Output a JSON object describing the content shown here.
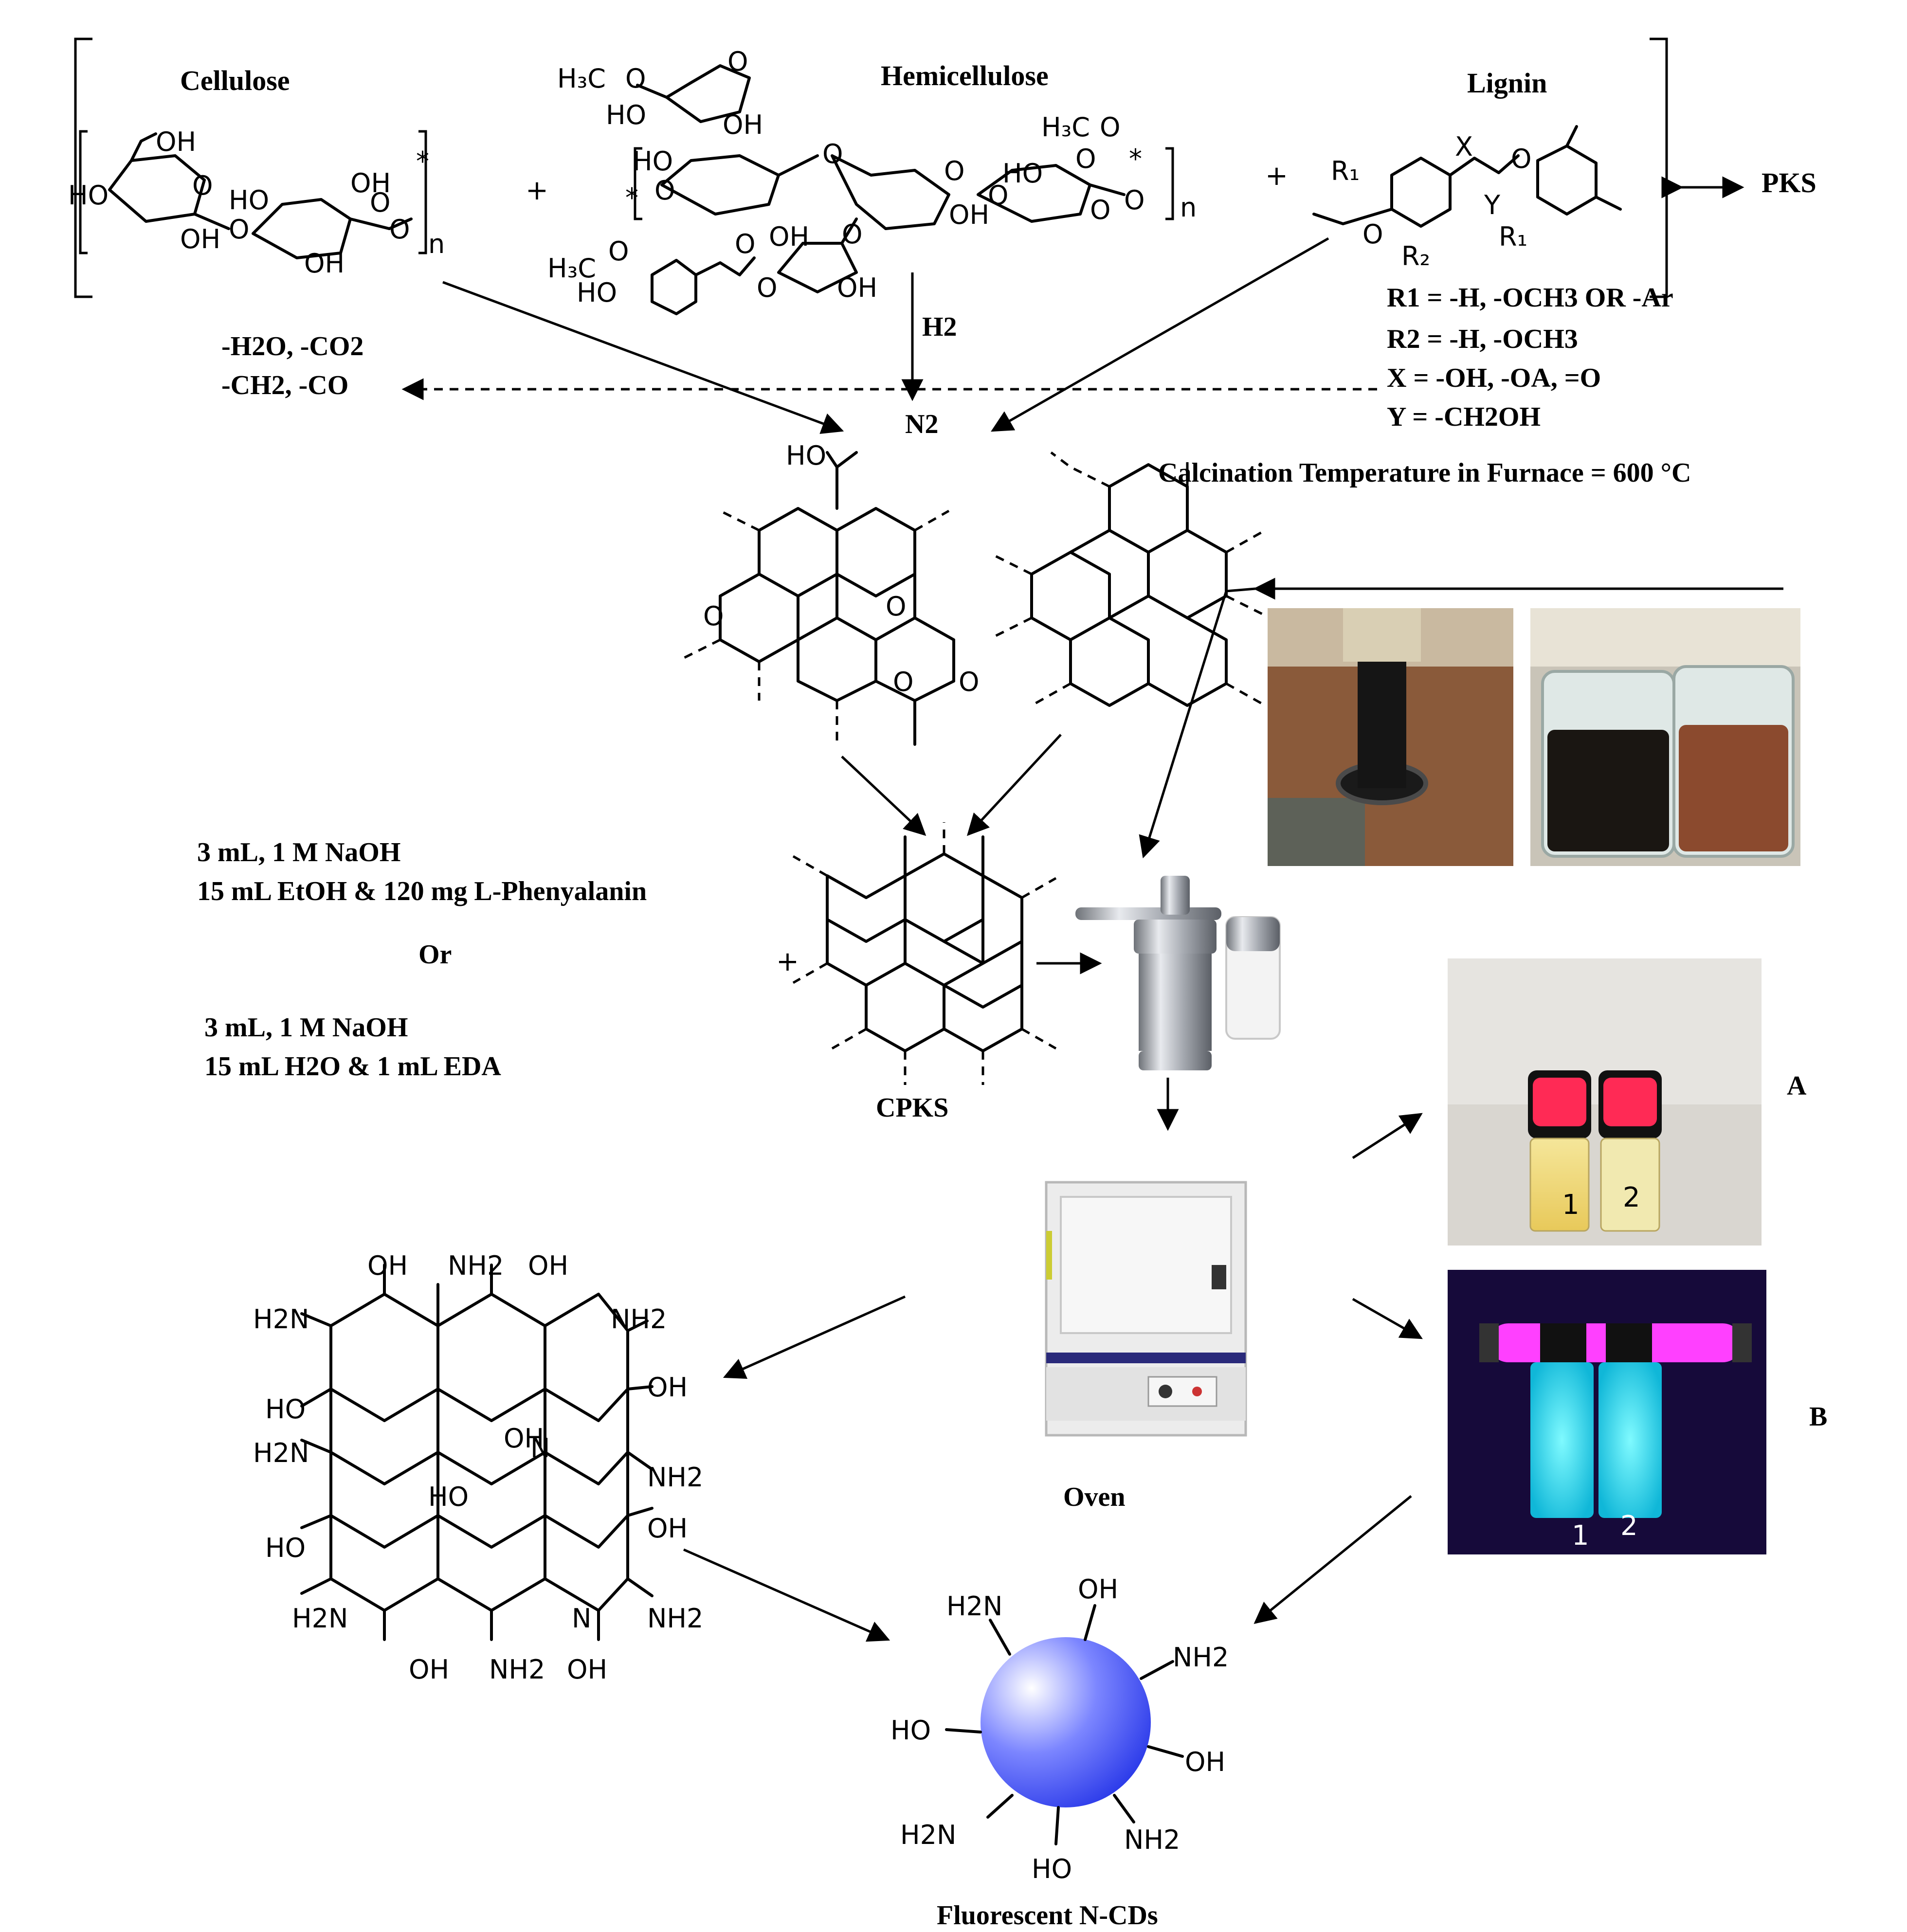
{
  "title": "",
  "headings": {
    "cellulose": "Cellulose",
    "hemicellulose": "Hemicellulose",
    "lignin": "Lignin",
    "pks": "PKS"
  },
  "lignin_substituents": {
    "r1": "R1 = -H, -OCH3 OR -Ar",
    "r2": "R2 = -H, -OCH3",
    "x": "X = -OH, -OA, =O",
    "y": "Y = -CH2OH"
  },
  "byproducts": {
    "line1": "-H2O, -CO2",
    "line2": "-CH2, -CO"
  },
  "gases": {
    "h2": "H2",
    "n2": "N2"
  },
  "calcination": "Calcination Temperature in Furnace = 600 °C",
  "reagents": {
    "option1_line1": "3 mL, 1 M NaOH",
    "option1_line2": "15 mL EtOH & 120 mg L-Phenyalanin",
    "or": "Or",
    "option2_line1": "3 mL, 1 M NaOH",
    "option2_line2": "15 mL H2O & 1 mL EDA"
  },
  "cpks_label": "CPKS",
  "oven_label": "Oven",
  "panel_labels": {
    "a": "A",
    "b": "B"
  },
  "vial_labels": {
    "a1": "1",
    "a2": "2",
    "b1": "1",
    "b2": "2"
  },
  "product_label": "Fluorescent N-CDs",
  "groups": {
    "oh": "OH",
    "nh2": "NH2",
    "h2n": "H2N",
    "ho": "HO"
  },
  "colors": {
    "sphere": "#1f2fe6",
    "uv_background": "#160a3a",
    "uv_glow": "#22e6f0",
    "lamp": "#ff40ff",
    "vial_cap": "#ff2a55",
    "wood": "#8a5a3a"
  }
}
